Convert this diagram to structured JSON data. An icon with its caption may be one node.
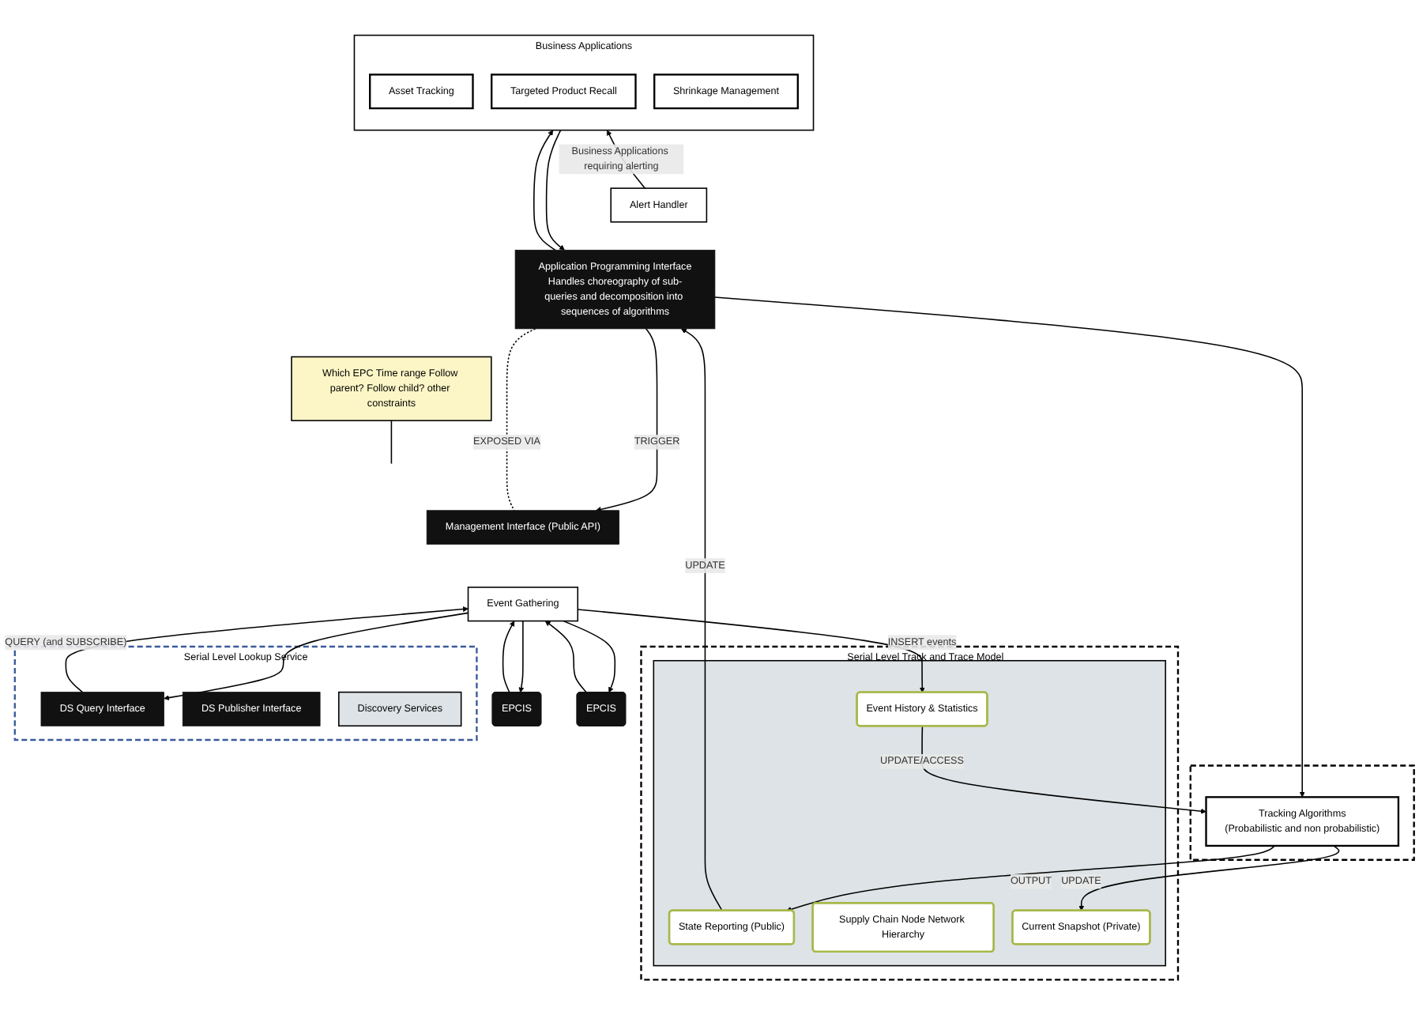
{
  "diagram": {
    "nodes": [
      {
        "text": [
          "Business Applications"
        ]
      },
      {
        "text": [
          "Asset Tracking"
        ],
        "in": 0
      },
      {
        "text": [
          "Targeted Product Recall"
        ],
        "in": 0
      },
      {
        "text": [
          "Shrinkage Management"
        ],
        "in": 0
      },
      {
        "text": [
          "Alert Handler"
        ]
      },
      {
        "text": [
          "Application Programming Interface",
          "Handles choreography of sub-queries and decomposition into sequences of algorithms"
        ]
      },
      {
        "text": [
          "Serial Level Track and Trace Model"
        ]
      },
      {
        "text": [],
        "shape": "cylinder",
        "in": 6
      },
      {
        "text": [
          "State Reporting (Public)"
        ],
        "in": 7
      },
      {
        "text": [
          "Supply Chain Node Network Hierarchy"
        ],
        "in": 7
      },
      {
        "text": [
          "Current Snapshot (Private)"
        ],
        "in": 7
      },
      {
        "text": [
          "Event History & Statistics"
        ],
        "in": 7
      },
      {
        "text": [],
        "shape": "box"
      },
      {
        "text": [
          "Tracking Algorithms",
          "(Probabilistic and non probabilistic)"
        ],
        "in": 12
      },
      {
        "text": [
          "Which EPC Time range Follow parent? Follow child? other constraints"
        ]
      },
      {
        "text": [
          "Management Interface (Public API)"
        ]
      },
      {
        "text": [
          "Event Gathering"
        ]
      },
      {
        "text": [
          "Serial Level Lookup Service"
        ]
      },
      {
        "text": [
          "DS Query Interface"
        ],
        "in": 17
      },
      {
        "text": [
          "DS Publisher Interface"
        ],
        "in": 17
      },
      {
        "text": [
          "Discovery Services"
        ],
        "in": 17
      },
      {
        "text": [
          "EPCIS"
        ]
      },
      {
        "text": [
          "EPCIS"
        ]
      }
    ],
    "edges": [
      {
        "from": 4,
        "to": 0,
        "arrow": "to",
        "label": "Business Applications requiring alerting"
      },
      {
        "from": 0,
        "to": 5,
        "arrow": "to"
      },
      {
        "from": 5,
        "to": 0,
        "arrow": "to"
      },
      {
        "from": 5,
        "to": 15,
        "arrow": "to",
        "label": "TRIGGER"
      },
      {
        "from": 5,
        "to": 15,
        "arrow": "none",
        "label": "EXPOSED VIA",
        "style": "dashed"
      },
      {
        "from": 5,
        "to": 13,
        "arrow": "to"
      },
      {
        "from": 8,
        "to": 5,
        "arrow": "to",
        "label": "UPDATE"
      },
      {
        "from": 13,
        "to": 8,
        "arrow": "to",
        "label": "OUTPUT"
      },
      {
        "from": 13,
        "to": 10,
        "arrow": "to",
        "label": "UPDATE"
      },
      {
        "from": 11,
        "to": 13,
        "arrow": "to",
        "label": "UPDATE/ACCESS"
      },
      {
        "from": 16,
        "to": 11,
        "arrow": "to",
        "label": "INSERT events"
      },
      {
        "from": 14,
        "to": null,
        "arrow": "none"
      },
      {
        "from": 16,
        "to": 18,
        "arrow": "to"
      },
      {
        "from": 18,
        "to": 16,
        "arrow": "to",
        "label": "QUERY (and SUBSCRIBE)"
      },
      {
        "from": 21,
        "to": 16,
        "arrow": "to"
      },
      {
        "from": 16,
        "to": 21,
        "arrow": "to"
      },
      {
        "from": 22,
        "to": 16,
        "arrow": "to"
      },
      {
        "from": 16,
        "to": 22,
        "arrow": "to"
      }
    ]
  }
}
